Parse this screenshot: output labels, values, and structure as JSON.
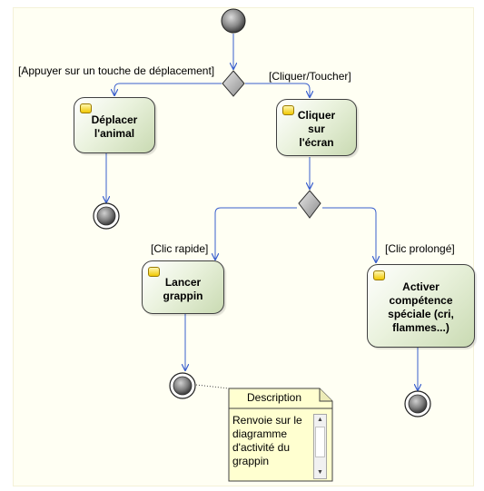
{
  "diagram": {
    "guards": {
      "key_press": "[Appuyer sur un touche de déplacement]",
      "click_touch": "[Cliquer/Toucher]",
      "quick_click": "[Clic rapide]",
      "long_click": "[Clic prolongé]"
    },
    "actions": {
      "move_animal": "Déplacer l'animal",
      "click_screen": "Cliquer sur l'écran",
      "launch_grapple": "Lancer grappin",
      "special_ability": "Activer compétence spéciale (cri, flammes...)"
    },
    "note": {
      "title": "Description",
      "text": "Renvoie sur le diagramme d'activité du grappin"
    }
  },
  "colors": {
    "flow": "#3a5fcd",
    "node_border": "#404040",
    "note_fill": "#ffffd0",
    "panel_fill": "#fffff3"
  }
}
